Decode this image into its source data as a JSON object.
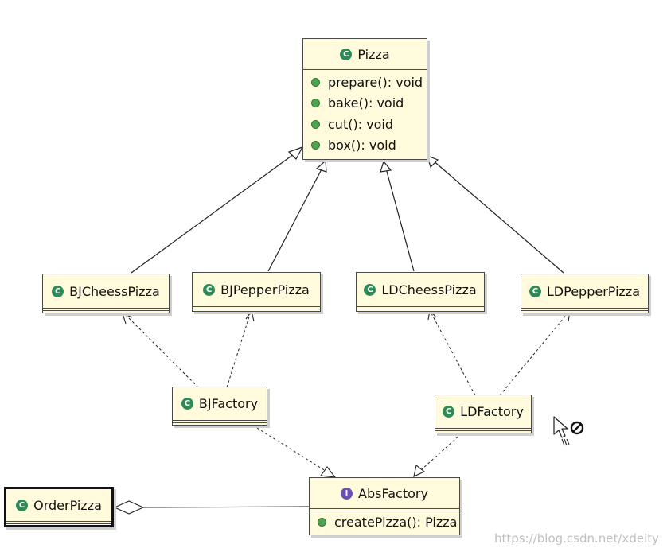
{
  "diagram": {
    "classes": {
      "pizza": {
        "name": "Pizza",
        "kind": "C"
      },
      "bj_chees": {
        "name": "BJCheessPizza",
        "kind": "C"
      },
      "bj_pepper": {
        "name": "BJPepperPizza",
        "kind": "C"
      },
      "ld_chees": {
        "name": "LDCheessPizza",
        "kind": "C"
      },
      "ld_pepper": {
        "name": "LDPepperPizza",
        "kind": "C"
      },
      "bj_factory": {
        "name": "BJFactory",
        "kind": "C"
      },
      "ld_factory": {
        "name": "LDFactory",
        "kind": "C"
      },
      "abs_factory": {
        "name": "AbsFactory",
        "kind": "I"
      },
      "order_pizza": {
        "name": "OrderPizza",
        "kind": "C"
      }
    },
    "pizza_methods": [
      "prepare(): void",
      "bake(): void",
      "cut(): void",
      "box(): void"
    ],
    "abs_factory_methods": [
      "createPizza(): Pizza"
    ],
    "relations": {
      "generalization": [
        [
          "bj_chees",
          "pizza"
        ],
        [
          "bj_pepper",
          "pizza"
        ],
        [
          "ld_chees",
          "pizza"
        ],
        [
          "ld_pepper",
          "pizza"
        ]
      ],
      "dependency": [
        [
          "bj_factory",
          "bj_chees"
        ],
        [
          "bj_factory",
          "bj_pepper"
        ],
        [
          "ld_factory",
          "ld_chees"
        ],
        [
          "ld_factory",
          "ld_pepper"
        ]
      ],
      "realization": [
        [
          "bj_factory",
          "abs_factory"
        ],
        [
          "ld_factory",
          "abs_factory"
        ]
      ],
      "aggregation": [
        [
          "abs_factory",
          "order_pizza"
        ]
      ]
    }
  },
  "watermark": "https://blog.csdn.net/xdeity",
  "colors": {
    "class_fill": "#fffbdc",
    "class_badge": "#2e8b57",
    "interface_badge": "#6a52b4",
    "method_dot": "#4fa24f"
  }
}
